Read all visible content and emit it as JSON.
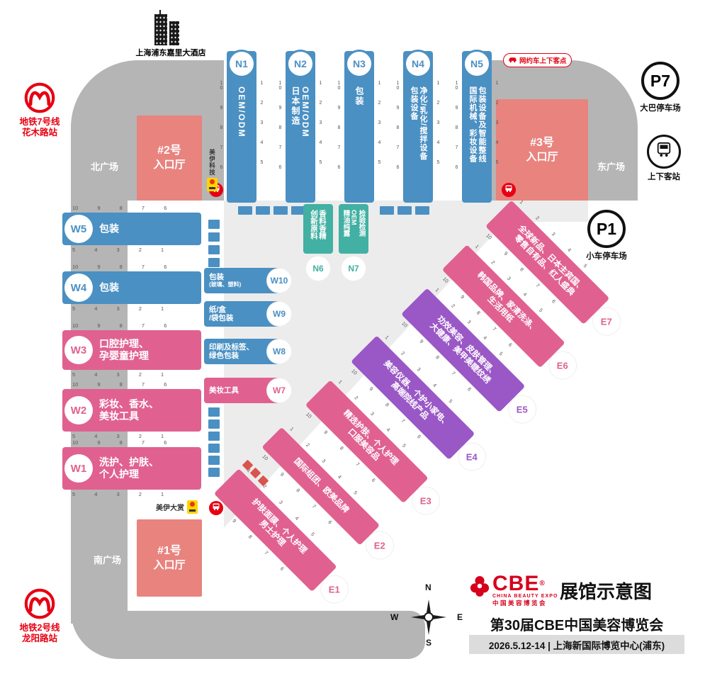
{
  "map": {
    "hotel": "上海浦东嘉里大酒店",
    "plaza_north": "北广场",
    "plaza_east": "东广场",
    "plaza_south": "南广场"
  },
  "metro": {
    "m7": {
      "line": "地铁7号线",
      "station": "花木路站"
    },
    "m2": {
      "line": "地铁2号线",
      "station": "龙阳路站"
    }
  },
  "entrances": {
    "e2": {
      "no": "#2号",
      "label": "入口厅"
    },
    "e3": {
      "no": "#3号",
      "label": "入口厅"
    },
    "e1": {
      "no": "#1号",
      "label": "入口厅"
    }
  },
  "transport": {
    "p7": "P7",
    "p7_label": "大巴停车场",
    "p1": "P1",
    "p1_label": "小车停车场",
    "taxi_label": "上下客站",
    "rideshare_label": "网约车上下客点"
  },
  "halls_n": [
    {
      "id": "N1",
      "cols": [
        "OEM/ODM"
      ]
    },
    {
      "id": "N2",
      "cols": [
        "日本制造",
        "OEM/ODM"
      ]
    },
    {
      "id": "N3",
      "cols": [
        "包装"
      ]
    },
    {
      "id": "N4",
      "cols": [
        "包装设备",
        "净化/乳化/搅拌设备"
      ]
    },
    {
      "id": "N5",
      "cols": [
        "国际机械、彩妆设备",
        "包装设备及智能整线"
      ]
    }
  ],
  "halls_n_green": [
    {
      "id": "N6",
      "cols": [
        "创新原料",
        "香料香精"
      ]
    },
    {
      "id": "N7",
      "cols": [
        "精油纯露",
        "OEM",
        "检验检测"
      ]
    }
  ],
  "halls_w": [
    {
      "id": "W5",
      "lines": [
        "包装"
      ]
    },
    {
      "id": "W4",
      "lines": [
        "包装"
      ]
    },
    {
      "id": "W3",
      "lines": [
        "口腔护理、",
        "孕婴童护理"
      ]
    },
    {
      "id": "W2",
      "lines": [
        "彩妆、香水、",
        "美妆工具"
      ]
    },
    {
      "id": "W1",
      "lines": [
        "洗护、护肤、",
        "个人护理"
      ]
    }
  ],
  "halls_w_small": [
    {
      "id": "W10",
      "lines": [
        "包装",
        "(玻璃、塑料)"
      ]
    },
    {
      "id": "W9",
      "lines": [
        "纸/盒",
        "/袋包装"
      ]
    },
    {
      "id": "W8",
      "lines": [
        "印刷及标签、",
        "绿色包装"
      ]
    },
    {
      "id": "W7",
      "lines": [
        "美妆工具"
      ]
    }
  ],
  "halls_e": [
    {
      "id": "E1",
      "lines": [
        "护肤面膜、个人护理",
        "男士护理"
      ]
    },
    {
      "id": "E2",
      "lines": [
        "国际组团、欧美品牌"
      ]
    },
    {
      "id": "E3",
      "lines": [
        "精选护肤、个人护理",
        "口服美容品"
      ]
    },
    {
      "id": "E4",
      "lines": [
        "美容仪器、个护小家电、",
        "高端院线产品"
      ]
    },
    {
      "id": "E5",
      "lines": [
        "功效美容、皮肤管理、",
        "大健康、美甲美睫纹绣"
      ]
    },
    {
      "id": "E6",
      "lines": [
        "韩国品牌、家清洗涤、",
        "生活用纸"
      ]
    },
    {
      "id": "E7",
      "lines": [
        "全球新品、日本主宾国、",
        "零售自有品、红人盛典"
      ]
    }
  ],
  "gates": {
    "g10_6": "10 9 8 7 6",
    "g5_1": "5 4 3 2 1",
    "g1_5": "1 2 3 4 5"
  },
  "sponsors": {
    "tech": "美伊科技",
    "award": "美伊大赏"
  },
  "compass": {
    "n": "N",
    "s": "S",
    "e": "E",
    "w": "W"
  },
  "footer": {
    "brand": "CBE",
    "brand_reg": "®",
    "brand_en": "CHINA BEAUTY EXPO",
    "brand_cn": "中国美容博览会",
    "map_title": "展馆示意图",
    "expo_title": "第30届CBE中国美容博览会",
    "venue_line": "2026.5.12-14 | 上海新国际博览中心(浦东)"
  }
}
